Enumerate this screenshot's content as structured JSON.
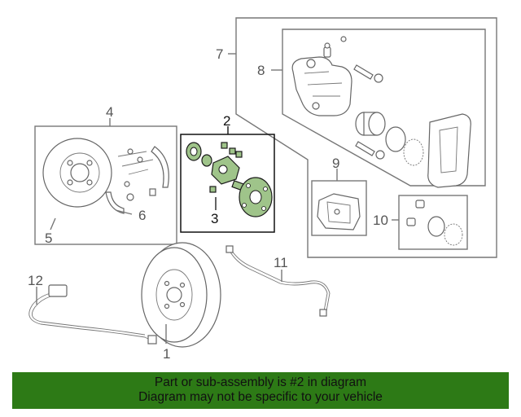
{
  "callouts": {
    "c1": "1",
    "c2": "2",
    "c3": "3",
    "c4": "4",
    "c5": "5",
    "c6": "6",
    "c7": "7",
    "c8": "8",
    "c9": "9",
    "c10": "10",
    "c11": "11",
    "c12": "12"
  },
  "banner": {
    "line1": "Part or sub-assembly is #2 in diagram",
    "line2": "Diagram may not be specific to your vehicle",
    "color": "#2d7a16"
  },
  "highlight_color": "#9fc48a"
}
